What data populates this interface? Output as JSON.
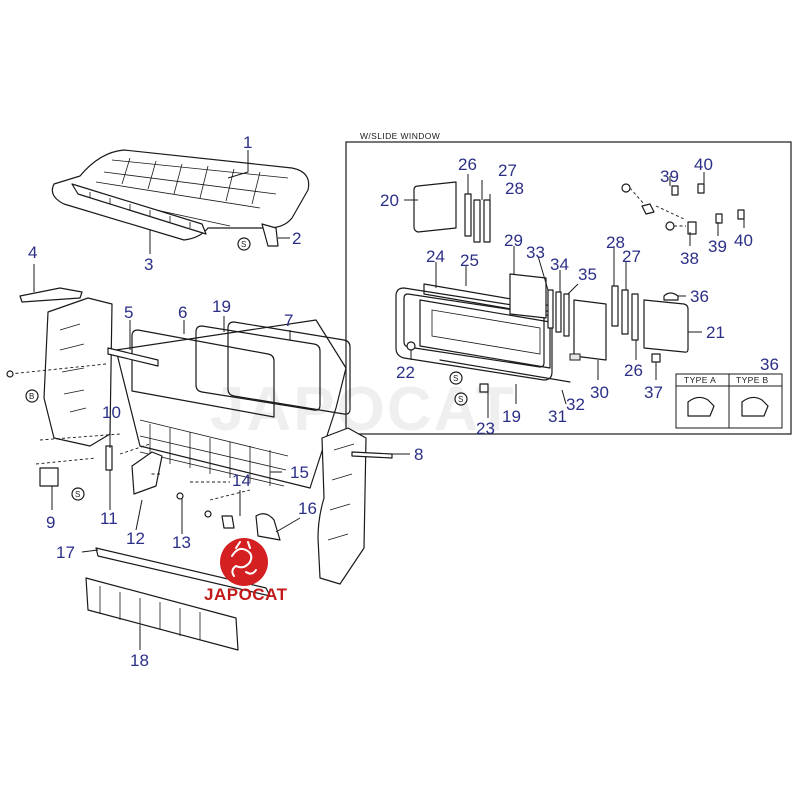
{
  "inset": {
    "title": "W/SLIDE WINDOW",
    "type_table": {
      "part_number": "36",
      "headers": [
        "TYPE  A",
        "TYPE  B"
      ]
    }
  },
  "symbols": {
    "s": "S",
    "b": "B"
  },
  "watermark": "JAPOCAT",
  "logo": {
    "text": "JAPOCAT",
    "color": "#d42020"
  },
  "callouts": [
    "1",
    "2",
    "3",
    "4",
    "5",
    "6",
    "19",
    "7",
    "8",
    "9",
    "10",
    "11",
    "12",
    "13",
    "14",
    "15",
    "16",
    "17",
    "18",
    "20",
    "26",
    "27",
    "28",
    "29",
    "33",
    "34",
    "35",
    "24",
    "25",
    "39",
    "40",
    "38",
    "36",
    "21",
    "22",
    "23",
    "30",
    "31",
    "32",
    "37"
  ],
  "colors": {
    "callout": "#2b2f86",
    "line": "#1a1a1a"
  }
}
